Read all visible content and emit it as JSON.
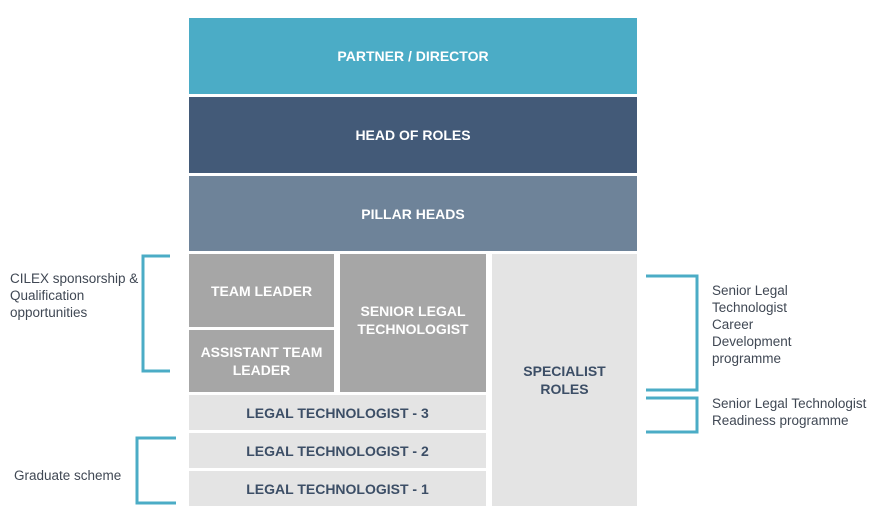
{
  "levels": {
    "partner": "PARTNER / DIRECTOR",
    "head_of_roles": "HEAD OF ROLES",
    "pillar_heads": "PILLAR HEADS",
    "team_leader": "TEAM LEADER",
    "assistant_team_leader": "ASSISTANT TEAM LEADER",
    "senior_legal_technologist": "SENIOR LEGAL TECHNOLOGIST",
    "specialist_roles": "SPECIALIST ROLES",
    "legal_technologist_3": "LEGAL TECHNOLOGIST - 3",
    "legal_technologist_2": "LEGAL TECHNOLOGIST - 2",
    "legal_technologist_1": "LEGAL TECHNOLOGIST - 1"
  },
  "annotations": {
    "cilex": "CILEX sponsorship & Qualification opportunities",
    "graduate": "Graduate scheme",
    "career_development": "Senior Legal Technologist Career Development programme",
    "readiness": "Senior Legal Technologist Readiness programme"
  },
  "colors": {
    "partner": "#4bacc6",
    "head_of_roles": "#435a78",
    "pillar_heads": "#6e8399",
    "mid_grey": "#a6a6a6",
    "light_grey": "#e4e4e4",
    "bracket": "#4bacc6"
  }
}
